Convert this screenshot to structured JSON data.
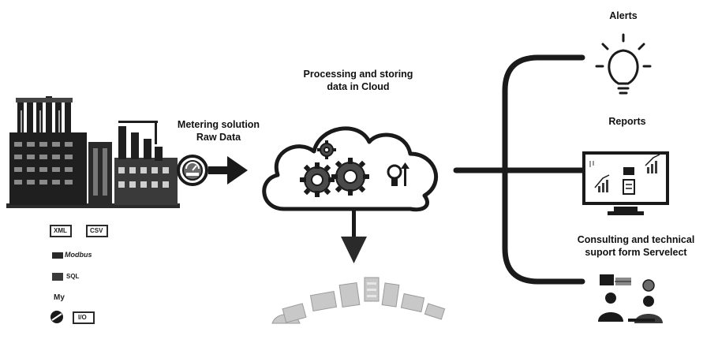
{
  "labels": {
    "metering_line1": "Metering solution",
    "metering_line2": "Raw Data",
    "cloud_line1": "Processing and storing",
    "cloud_line2": "data in Cloud",
    "alerts": "Alerts",
    "reports": "Reports",
    "consulting_line1": "Consulting and technical",
    "consulting_line2": "suport form Servelect"
  },
  "protocols": {
    "xml": "XML",
    "csv": "CSV",
    "modbus": "Modbus",
    "sql": "SQL",
    "mysql": "My",
    "io": "I/O"
  },
  "colors": {
    "ink": "#1a1a1a",
    "gray": "#6b6b6b",
    "light_gray": "#bdbdbd",
    "white": "#ffffff"
  }
}
